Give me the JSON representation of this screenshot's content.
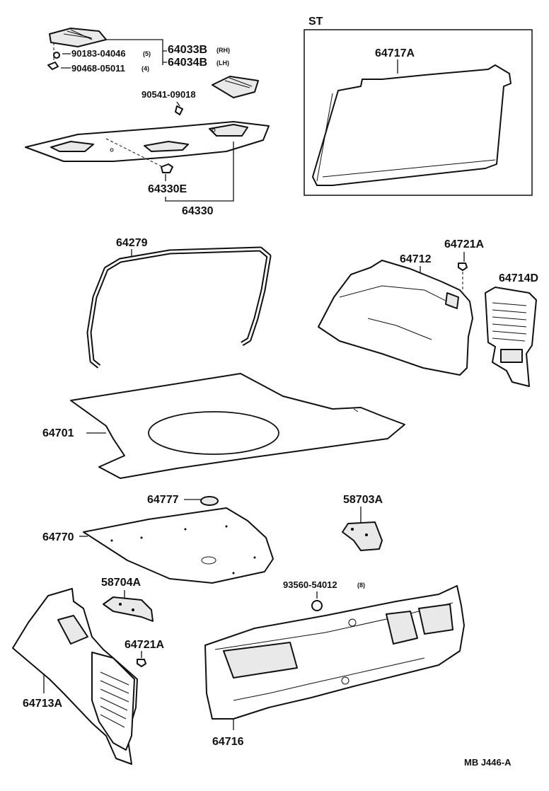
{
  "labels": {
    "st": "ST",
    "p64033b": "64033B",
    "p64033b_side": "(RH)",
    "p64034b": "64034B",
    "p64034b_side": "(LH)",
    "p90183": "90183-04046",
    "p90183_qty": "(5)",
    "p90468": "90468-05011",
    "p90468_qty": "(4)",
    "p90541": "90541-09018",
    "p64330e": "64330E",
    "p64330": "64330",
    "p64717a": "64717A",
    "p64279": "64279",
    "p64712": "64712",
    "p64721a_top": "64721A",
    "p64714d": "64714D",
    "p64701": "64701",
    "p64777": "64777",
    "p58703a": "58703A",
    "p64770": "64770",
    "p58704a": "58704A",
    "p93560": "93560-54012",
    "p93560_qty": "(8)",
    "p64721a_bottom": "64721A",
    "p64713a": "64713A",
    "p64716": "64716",
    "footer": "MB  J446-A"
  }
}
